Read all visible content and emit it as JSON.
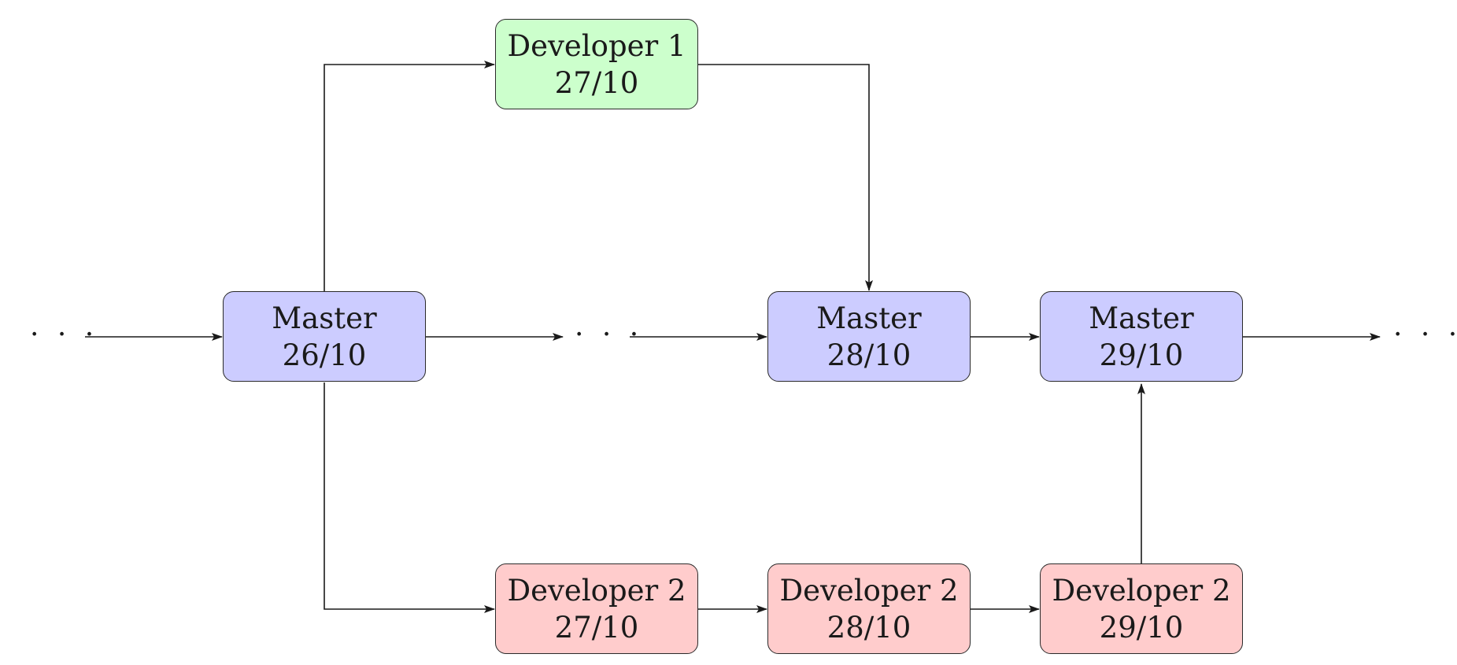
{
  "colors": {
    "master": "#ccccff",
    "developer1": "#ccffcc",
    "developer2": "#ffcccc",
    "stroke": "#1a1a1a"
  },
  "ellipsis": {
    "left": "· · ·",
    "middle": "· · ·",
    "right": "· · ·"
  },
  "nodes": {
    "master_26": {
      "title": "Master",
      "date": "26/10"
    },
    "master_28": {
      "title": "Master",
      "date": "28/10"
    },
    "master_29": {
      "title": "Master",
      "date": "29/10"
    },
    "developer1_27": {
      "title": "Developer 1",
      "date": "27/10"
    },
    "developer2_27": {
      "title": "Developer 2",
      "date": "27/10"
    },
    "developer2_28": {
      "title": "Developer 2",
      "date": "28/10"
    },
    "developer2_29": {
      "title": "Developer 2",
      "date": "29/10"
    }
  }
}
